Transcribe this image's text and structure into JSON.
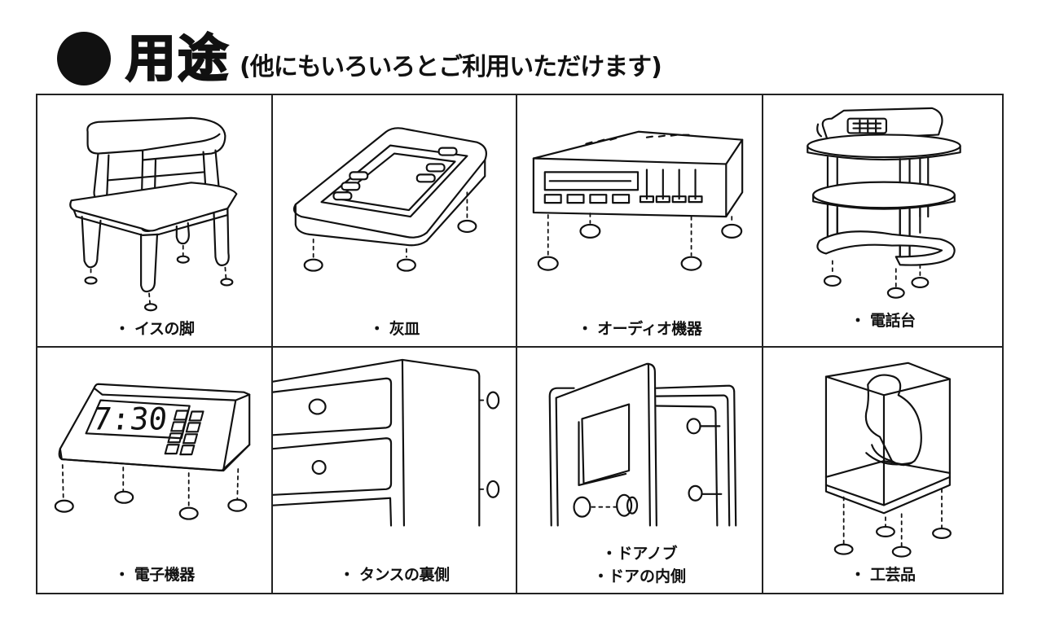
{
  "heading": {
    "title": "用途",
    "subtitle": "(他にもいろいろとご利用いただけます)"
  },
  "bullet_char": "・",
  "uses": [
    {
      "label": "イスの脚",
      "illustration": "chair-icon"
    },
    {
      "label": "灰皿",
      "illustration": "ashtray-icon"
    },
    {
      "label": "オーディオ機器",
      "illustration": "audio-device-icon"
    },
    {
      "label": "電話台",
      "illustration": "telephone-stand-icon"
    },
    {
      "label": "電子機器",
      "illustration": "digital-clock-icon",
      "display": "7:30"
    },
    {
      "label": "タンスの裏側",
      "illustration": "chest-of-drawers-icon"
    },
    {
      "labels": [
        "ドアノブ",
        "ドアの内側"
      ],
      "illustration": "cabinet-door-icon"
    },
    {
      "label": "工芸品",
      "illustration": "display-case-icon"
    }
  ]
}
